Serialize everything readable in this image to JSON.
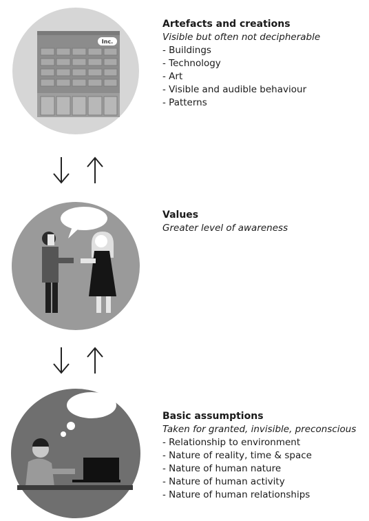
{
  "levels": [
    {
      "heading": "Artefacts and creations",
      "subtitle": "Visible but often not decipherable",
      "items": [
        "- Buildings",
        "- Technology",
        "- Art",
        "- Visible and audible behaviour",
        "- Patterns"
      ],
      "building_sign": "Inc."
    },
    {
      "heading": "Values",
      "subtitle": "Greater level of awareness",
      "items": []
    },
    {
      "heading": "Basic assumptions",
      "subtitle": "Taken for granted, invisible, preconscious",
      "items": [
        "- Relationship to environment",
        "- Nature of reality, time & space",
        "- Nature of human nature",
        "- Nature of human activity",
        "- Nature of human relationships"
      ]
    }
  ],
  "colors": {
    "circle_top": "#d6d6d6",
    "circle_middle": "#9a9a9a",
    "circle_bottom": "#6f6f6f"
  },
  "icons": [
    "building-icon",
    "people-talking-icon",
    "person-thinking-at-laptop-icon",
    "arrow-down-icon",
    "arrow-up-icon"
  ]
}
